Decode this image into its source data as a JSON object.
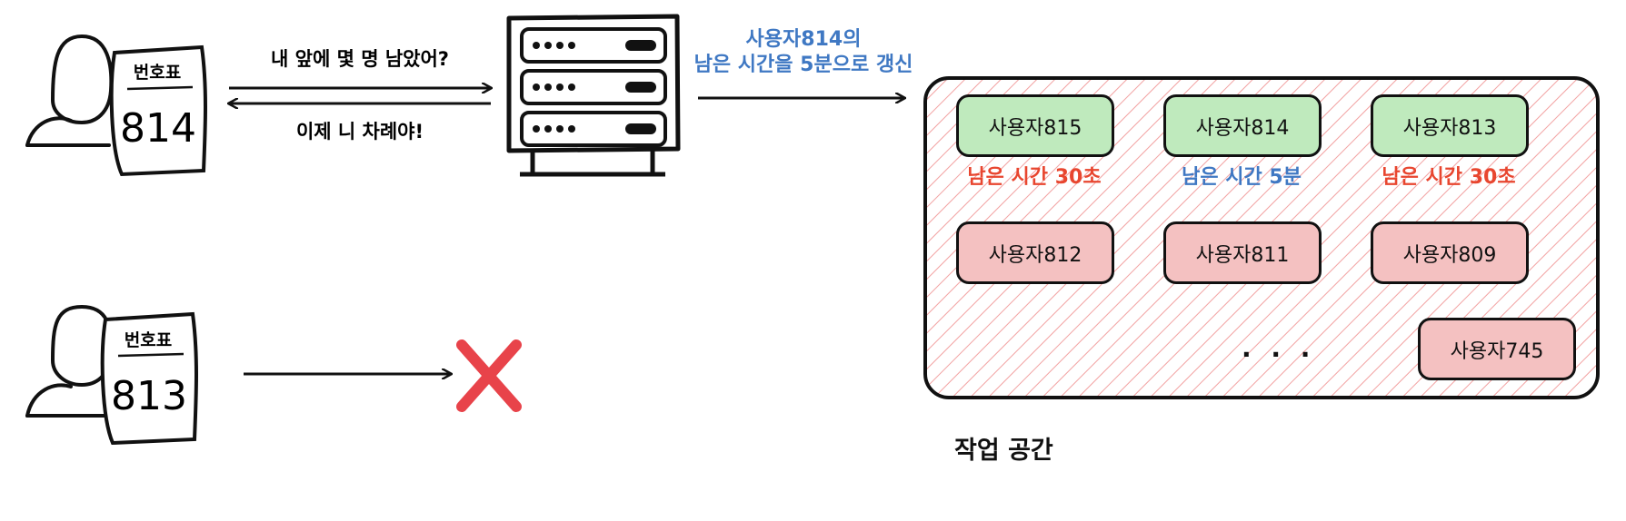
{
  "clients": [
    {
      "ticket_title": "번호표",
      "ticket_number": "814"
    },
    {
      "ticket_title": "번호표",
      "ticket_number": "813"
    }
  ],
  "edges": {
    "request_label": "내 앞에 몇 명 남았어?",
    "response_label": "이제 니 차례야!",
    "server_update_line1": "사용자814의",
    "server_update_line2": "남은 시간을 5분으로 갱신"
  },
  "workspace": {
    "label": "작업 공간",
    "ellipsis": "· · ·",
    "active_users": [
      {
        "name": "사용자815",
        "time": "남은 시간 30초",
        "time_color": "#e8462f"
      },
      {
        "name": "사용자814",
        "time": "남은 시간 5분",
        "time_color": "#3f78c3"
      },
      {
        "name": "사용자813",
        "time": "남은 시간 30초",
        "time_color": "#e8462f"
      }
    ],
    "other_users": [
      "사용자812",
      "사용자811",
      "사용자809",
      "사용자745"
    ]
  },
  "colors": {
    "blue_text": "#3f78c3",
    "red_text": "#e8462f",
    "green_box": "#bfeabd",
    "red_box": "#f4c1c1",
    "rejected_x": "#e8434a",
    "hatch": "#f2a1a1"
  }
}
